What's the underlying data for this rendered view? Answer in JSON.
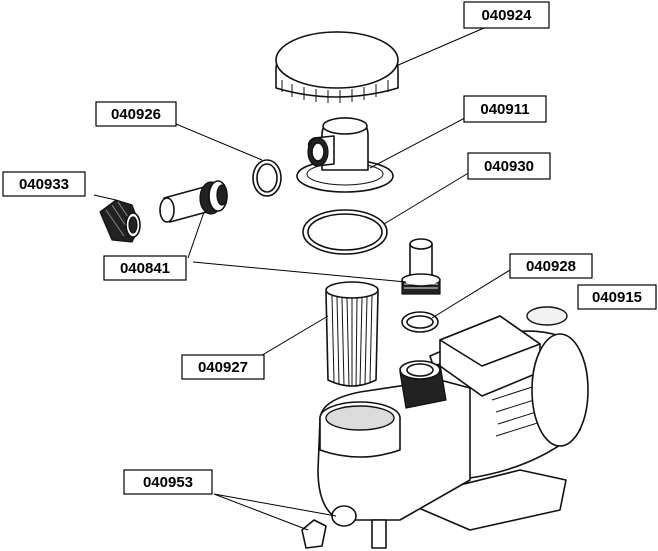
{
  "parts": {
    "p040924": "040924",
    "p040926": "040926",
    "p040911": "040911",
    "p040933": "040933",
    "p040930": "040930",
    "p040841": "040841",
    "p040928": "040928",
    "p040915": "040915",
    "p040927": "040927",
    "p040953": "040953"
  }
}
